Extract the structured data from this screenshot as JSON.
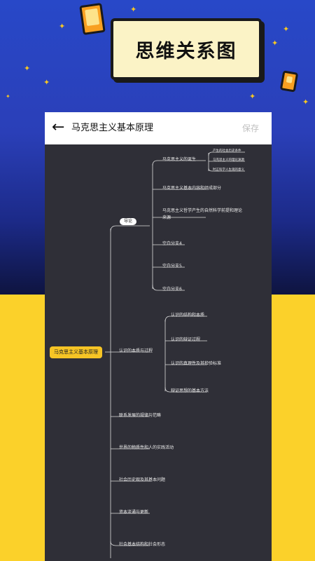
{
  "banner": {
    "title": "思维关系图"
  },
  "appbar": {
    "title": "马克思主义基本原理",
    "save_label": "保存"
  },
  "mindmap": {
    "root": "马克思主义基本原理",
    "branches": [
      {
        "label": "导论",
        "children": [
          {
            "label": "马克思主义的诞生",
            "children": [
              "产生的社会历史条件",
              "马克思主义的理论渊源",
              "时正科学人生观的意义"
            ]
          },
          {
            "label": "马克思主义基本内容和组成部分"
          },
          {
            "label": "马克思主义哲学产生的自然科学前提和理论来源"
          },
          {
            "label": "空白分支4"
          },
          {
            "label": "空白分支5"
          },
          {
            "label": "空白分支6"
          }
        ]
      },
      {
        "label": "认识的本质与过程",
        "children": [
          {
            "label": "认识的结构和本质"
          },
          {
            "label": "认识的辩证过程"
          },
          {
            "label": "认识的真理性及其检验标准"
          },
          {
            "label": "辩证思想的基本方法"
          }
        ]
      },
      {
        "label": "联系发展的规律与范畴"
      },
      {
        "label": "世界的物质性和人的实践活动"
      },
      {
        "label": "社会历史观及其基本问题"
      },
      {
        "label": "资本流通与更新"
      },
      {
        "label": "社会基本结构和社会形态"
      }
    ]
  },
  "colors": {
    "blue_bg": "#2848c8",
    "yellow_bg": "#fbd12a",
    "map_bg": "#2f2f37",
    "root_node": "#f6c425"
  }
}
